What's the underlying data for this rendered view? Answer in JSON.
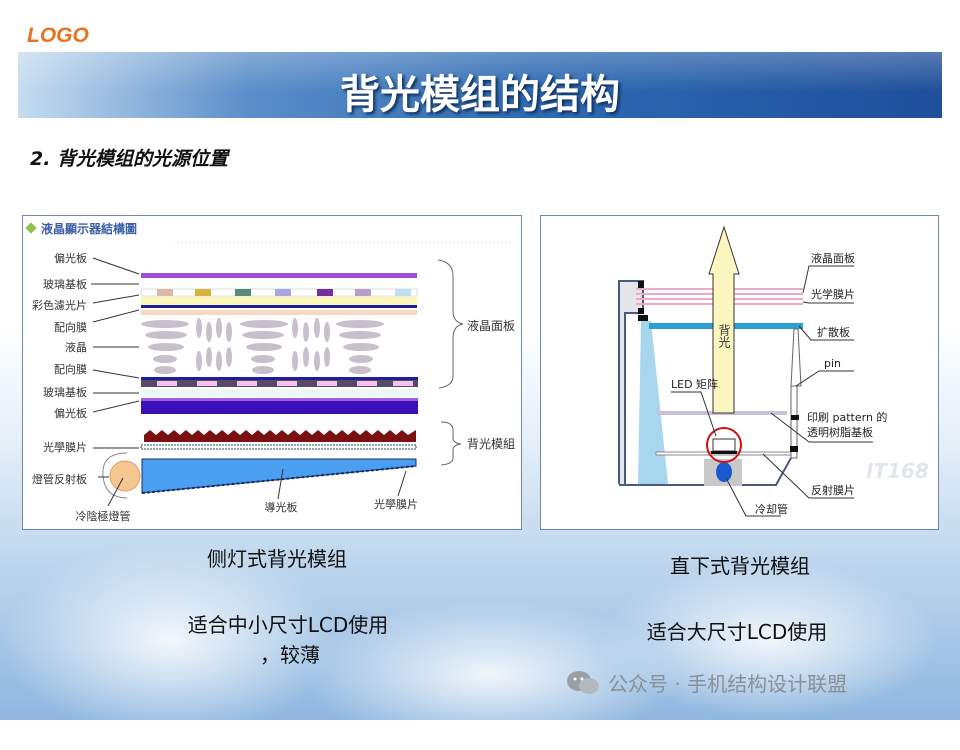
{
  "logo": "LOGO",
  "title": "背光模组的结构",
  "subtitle": "2. 背光模组的光源位置",
  "left_diagram": {
    "heading": "液晶顯示器結構圖",
    "labels": [
      "偏光板",
      "玻璃基板",
      "彩色濾光片",
      "配向膜",
      "液晶",
      "配向膜",
      "玻璃基板",
      "偏光板",
      "光學膜片",
      "燈管反射板",
      "冷陰極燈管",
      "導光板",
      "光學膜片"
    ],
    "groups": [
      "液晶面板",
      "背光模組"
    ]
  },
  "right_diagram": {
    "arrow_label": "背光",
    "labels": [
      "液晶面板",
      "光学膜片",
      "扩散板",
      "pin",
      "LED 矩阵",
      "印刷 pattern 的",
      "透明树脂基板",
      "反射膜片",
      "冷却管"
    ],
    "watermark": "IT168"
  },
  "captions": {
    "left_title": "侧灯式背光模组",
    "left_desc_1": "适合中小尺寸LCD使用",
    "left_desc_2": "，较薄",
    "right_title": "直下式背光模组",
    "right_desc": "适合大尺寸LCD使用"
  },
  "footer": {
    "watermark": "公众号 · 手机结构设计联盟"
  },
  "colors": {
    "logo": "#e8731c",
    "band": "#2f6bb3"
  }
}
